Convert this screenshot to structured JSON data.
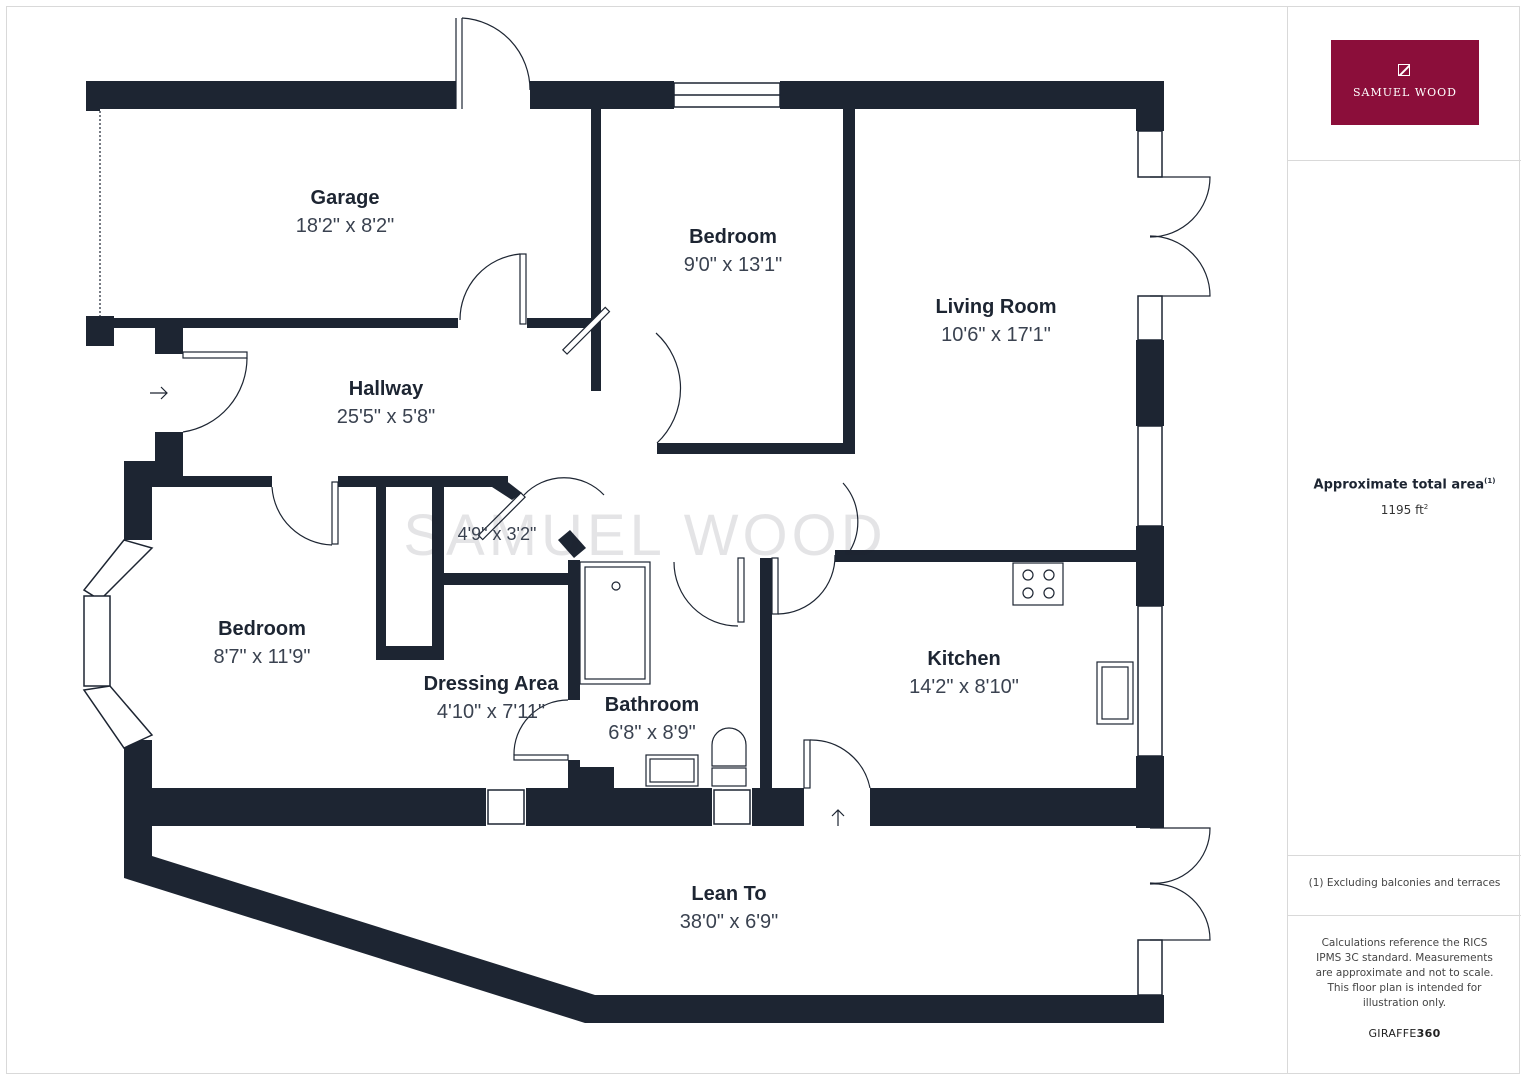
{
  "brand": {
    "name": "SAMUEL WOOD",
    "watermark": "SAMUEL WOOD",
    "color": "#8b0e3a"
  },
  "rooms": {
    "garage": {
      "name": "Garage",
      "dims": "18'2\" x 8'2\""
    },
    "bedroom1": {
      "name": "Bedroom",
      "dims": "9'0\" x 13'1\""
    },
    "living": {
      "name": "Living Room",
      "dims": "10'6\" x 17'1\""
    },
    "hallway": {
      "name": "Hallway",
      "dims": "25'5\" x 5'8\""
    },
    "cupboard": {
      "dims": "4'9\" x 3'2\""
    },
    "bedroom2": {
      "name": "Bedroom",
      "dims": "8'7\" x 11'9\""
    },
    "dressing": {
      "name": "Dressing Area",
      "dims": "4'10\" x 7'11\""
    },
    "bathroom": {
      "name": "Bathroom",
      "dims": "6'8\" x 8'9\""
    },
    "kitchen": {
      "name": "Kitchen",
      "dims": "14'2\" x 8'10\""
    },
    "leanto": {
      "name": "Lean To",
      "dims": "38'0\" x 6'9\""
    }
  },
  "panel": {
    "area_title": "Approximate total area",
    "area_title_sup": "(1)",
    "area_value": "1195 ft",
    "area_value_sup": "2",
    "footnote": "(1) Excluding balconies and terraces",
    "disclaimer": "Calculations reference the RICS IPMS 3C standard. Measurements are approximate and not to scale. This floor plan is intended for illustration only.",
    "credit_light": "GIRAFFE",
    "credit_bold": "360"
  },
  "colors": {
    "wall": "#1d2532",
    "label": "#1d2532",
    "dims": "#3a4250"
  }
}
